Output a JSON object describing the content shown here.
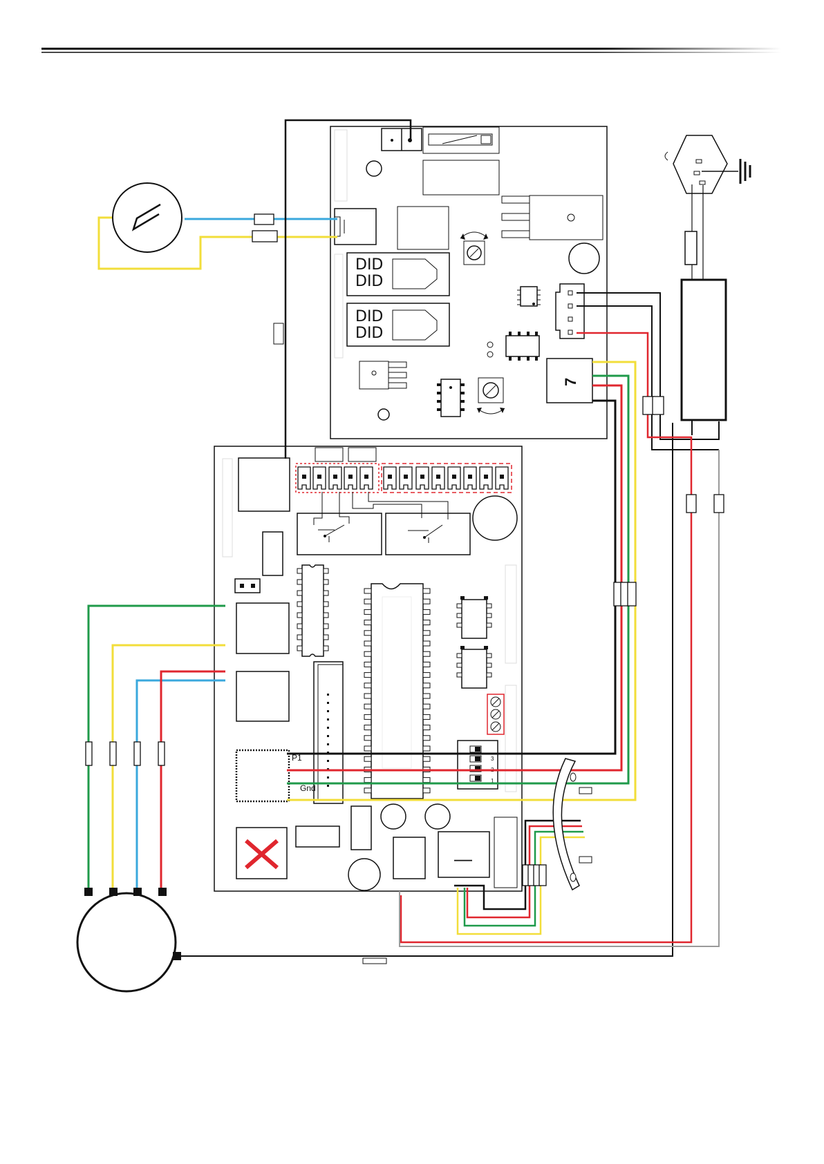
{
  "diagram": {
    "labels": {
      "regulator_digit": "7",
      "dip_positions": [
        "3",
        "2",
        "1"
      ],
      "connector_pin_label_a": "P1",
      "connector_pin_label_b": "Gnd",
      "motor_terminal_mark": "—",
      "transformer_mark": "—"
    },
    "wire_colors": {
      "black": "#111111",
      "blue": "#3aa8dd",
      "yellow": "#f2de3a",
      "green": "#1f9a4a",
      "red": "#e0262e",
      "grey": "#9a9a9a",
      "fault_cross": "#e0262e",
      "selection_dash": "#e0262e"
    }
  }
}
